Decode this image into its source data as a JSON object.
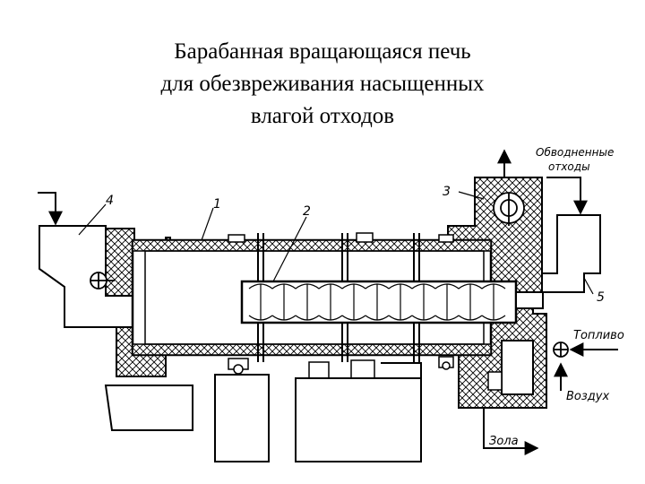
{
  "title": {
    "line1": "Барабанная вращающаяся печь",
    "line2": "для обезвреживания насыщенных",
    "line3": "влагой отходов"
  },
  "labels": {
    "n1": "1",
    "n2": "2",
    "n3": "3",
    "n4": "4",
    "n5": "5",
    "dewatered_line1": "Обводненные",
    "dewatered_line2": "отходы",
    "fuel": "Топливо",
    "air": "Воздух",
    "ash": "Зола"
  },
  "colors": {
    "ink": "#000000",
    "background": "#ffffff"
  }
}
